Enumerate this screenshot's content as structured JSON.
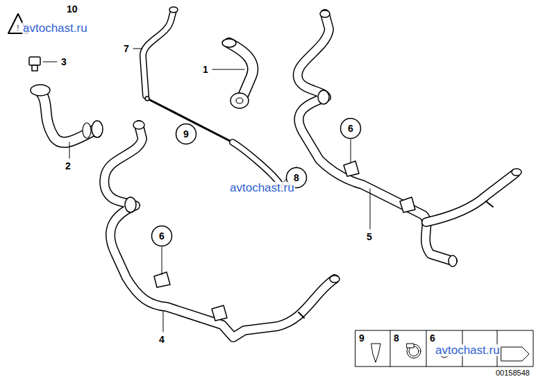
{
  "diagram": {
    "nodes": [
      {
        "text": [
          "6"
        ]
      },
      {
        "text": [
          "9"
        ]
      },
      {
        "text": [
          "8"
        ]
      },
      {
        "text": [
          "6"
        ]
      }
    ],
    "labels": [
      "10",
      "avtochast.ru",
      "3",
      "7",
      "1",
      "2",
      "avtochast.ru",
      "5",
      "4",
      "9",
      "8",
      "6",
      "avtochast.ru",
      "00158548"
    ]
  }
}
